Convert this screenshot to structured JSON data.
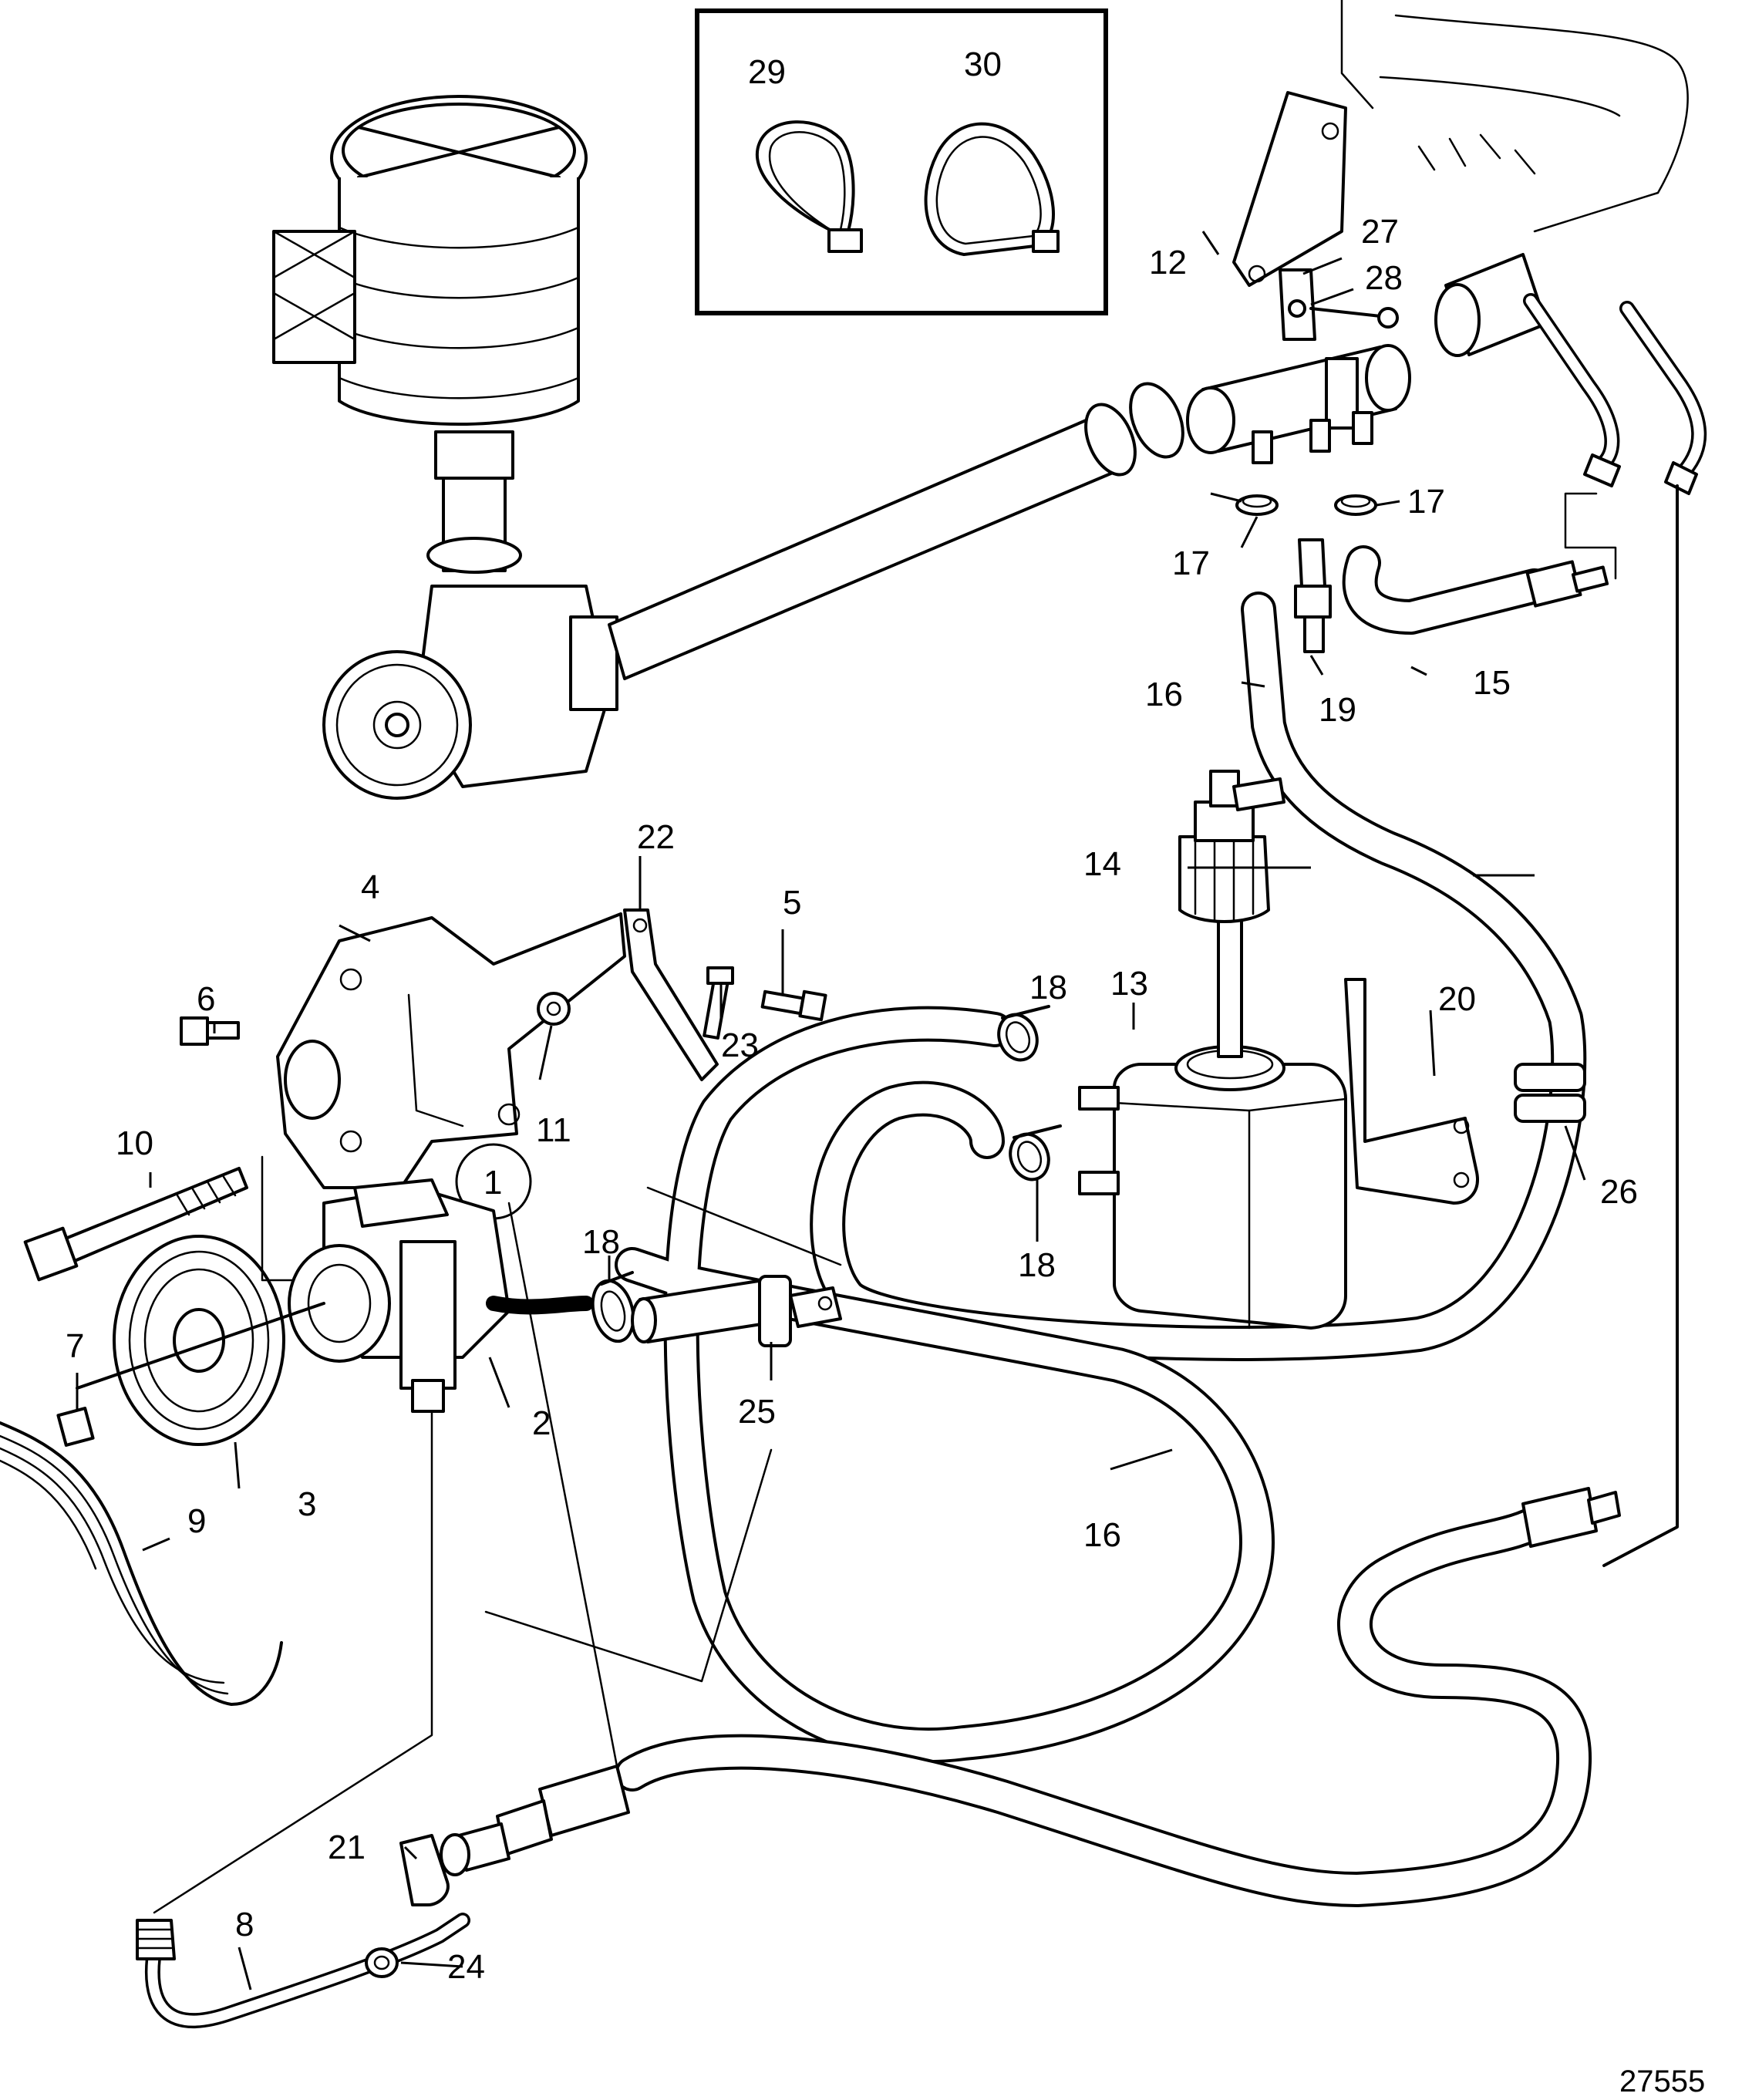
{
  "figure": {
    "reference_number": "27555",
    "callouts": [
      "1",
      "2",
      "3",
      "4",
      "5",
      "6",
      "7",
      "8",
      "9",
      "10",
      "11",
      "12",
      "13",
      "14",
      "15",
      "16",
      "16",
      "17",
      "17",
      "18",
      "18",
      "18",
      "19",
      "20",
      "21",
      "22",
      "23",
      "24",
      "25",
      "26",
      "27",
      "28",
      "29",
      "30"
    ]
  },
  "labels": {
    "p1": "1",
    "p2": "2",
    "p3": "3",
    "p4": "4",
    "p5": "5",
    "p6": "6",
    "p7": "7",
    "p8": "8",
    "p9": "9",
    "p10": "10",
    "p11": "11",
    "p12": "12",
    "p13": "13",
    "p14": "14",
    "p15": "15",
    "p16a": "16",
    "p16b": "16",
    "p17a": "17",
    "p17b": "17",
    "p18a": "18",
    "p18b": "18",
    "p18c": "18",
    "p19": "19",
    "p20": "20",
    "p21": "21",
    "p22": "22",
    "p23": "23",
    "p24": "24",
    "p25": "25",
    "p26": "26",
    "p27": "27",
    "p28": "28",
    "p29": "29",
    "p30": "30"
  },
  "colors": {
    "line": "#000000",
    "background": "#ffffff",
    "shade": "#cfcfcf"
  }
}
